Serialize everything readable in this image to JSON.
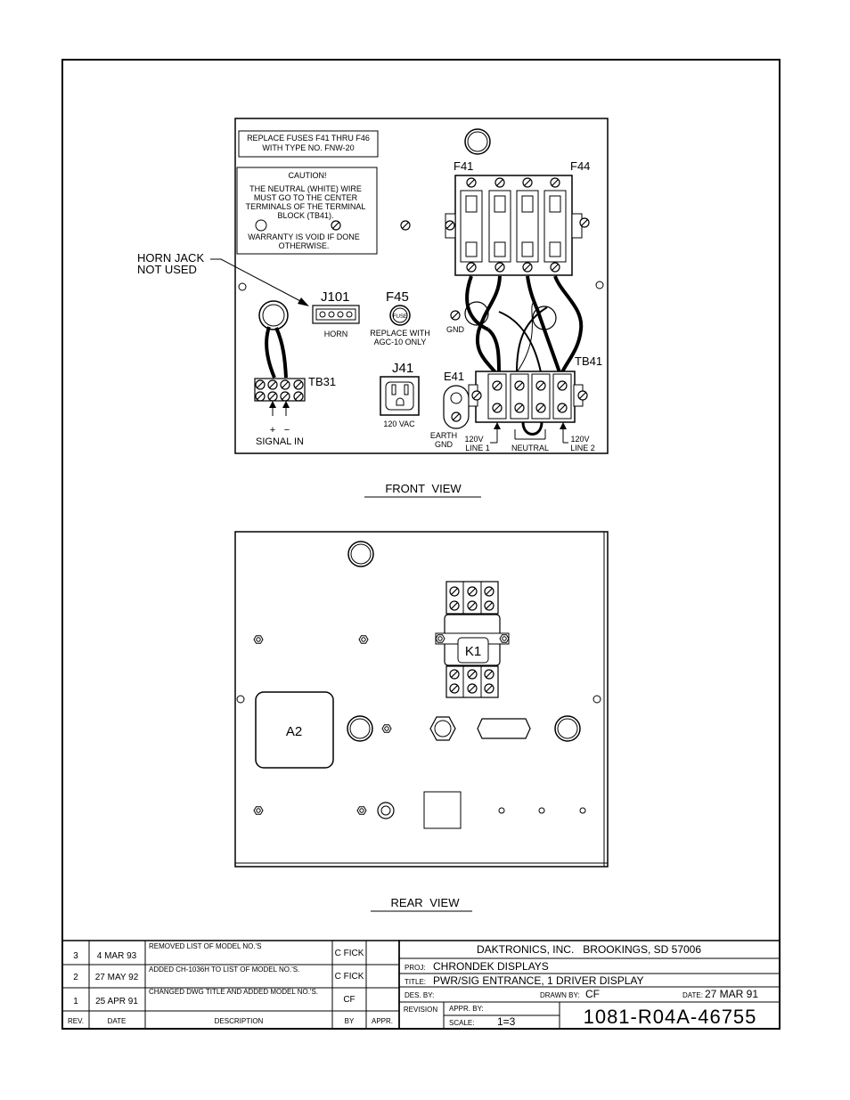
{
  "front_view": {
    "label": "FRONT VIEW",
    "fuse_note": [
      "REPLACE FUSES F41 THRU F46",
      "WITH TYPE NO. FNW-20"
    ],
    "caution": {
      "title": "CAUTION!",
      "lines": [
        "THE NEUTRAL (WHITE) WIRE",
        "MUST GO TO THE CENTER",
        "TERMINALS OF THE TERMINAL",
        "BLOCK (TB41).",
        "WARRANTY IS VOID IF DONE",
        "OTHERWISE."
      ]
    },
    "horn_callout": [
      "HORN JACK",
      "NOT USED"
    ],
    "j101": "J101",
    "horn": "HORN",
    "f45": "F45",
    "fuse": "FUSE",
    "f45_note": [
      "REPLACE WITH",
      "AGC-10 ONLY"
    ],
    "f41": "F41",
    "f44": "F44",
    "gnd": "GND",
    "tb41": "TB41",
    "tb31": "TB31",
    "j41": "J41",
    "vac": "120 VAC",
    "e41": "E41",
    "earth_gnd": [
      "EARTH",
      "GND"
    ],
    "line1": [
      "120V",
      "LINE 1"
    ],
    "neutral": "NEUTRAL",
    "line2": [
      "120V",
      "LINE 2"
    ],
    "plus": "+",
    "minus": "−",
    "signal_in": "SIGNAL IN"
  },
  "rear_view": {
    "label": "REAR VIEW",
    "k1": "K1",
    "a2": "A2"
  },
  "title_block": {
    "revisions": [
      {
        "rev": "3",
        "date": "4 MAR 93",
        "description": "REMOVED LIST OF MODEL NO.'S",
        "by": "C FICK",
        "appr": ""
      },
      {
        "rev": "2",
        "date": "27 MAY 92",
        "description": "ADDED CH-1036H TO LIST OF MODEL NO.'S.",
        "by": "C FICK",
        "appr": ""
      },
      {
        "rev": "1",
        "date": "25 APR 91",
        "description": "CHANGED DWG TITLE AND ADDED MODEL NO.'S.",
        "by": "CF",
        "appr": ""
      }
    ],
    "headers": {
      "rev": "REV.",
      "date": "DATE",
      "description": "DESCRIPTION",
      "by": "BY",
      "appr": "APPR."
    },
    "company": "DAKTRONICS, INC.   BROOKINGS, SD 57006",
    "proj_label": "PROJ:",
    "proj": "CHRONDEK DISPLAYS",
    "title_label": "TITLE:",
    "title": "PWR/SIG ENTRANCE, 1 DRIVER DISPLAY",
    "des_by_label": "DES. BY:",
    "drawn_by_label": "DRAWN BY:",
    "drawn_by": "CF",
    "date_label": "DATE:",
    "date": "27 MAR 91",
    "revision_label": "REVISION",
    "appr_by_label": "APPR. BY:",
    "scale_label": "SCALE:",
    "scale": "1=3",
    "drawing_number": "1081-R04A-46755"
  }
}
